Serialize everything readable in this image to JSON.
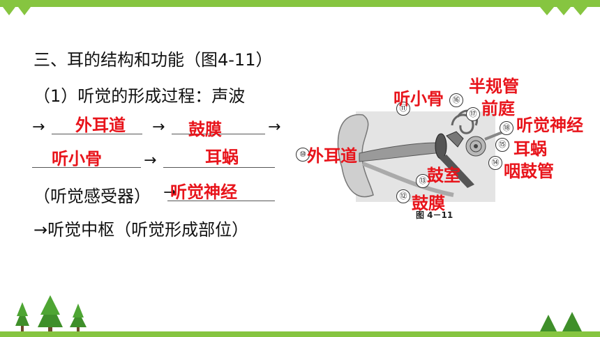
{
  "heading": "三、耳的结构和功能（图4-11）",
  "process_intro": "（1）听觉的形成过程：声波",
  "arrow": "→",
  "receptor_note": "（听觉感受器）",
  "final": "→听觉中枢（听觉形成部位）",
  "answers": {
    "a1": "外耳道",
    "a2": "鼓膜",
    "a3": "听小骨",
    "a4": "耳蜗",
    "a5": "听觉神经"
  },
  "figure": {
    "caption": "图 4－11",
    "numbers": [
      "⑪",
      "⑯",
      "⑰",
      "⑱",
      "⑮",
      "⑭",
      "⑬",
      "⑫",
      "⑩"
    ],
    "labels": {
      "l11": "听小骨",
      "l16": "半规管",
      "l17": "前庭",
      "l18": "听觉神经",
      "l15": "耳蜗",
      "l14": "咽鼓管",
      "l13": "鼓室",
      "l12": "鼓膜",
      "l10": "外耳道"
    }
  },
  "colors": {
    "accent_green": "#86c540",
    "answer_red": "#e8141b"
  }
}
